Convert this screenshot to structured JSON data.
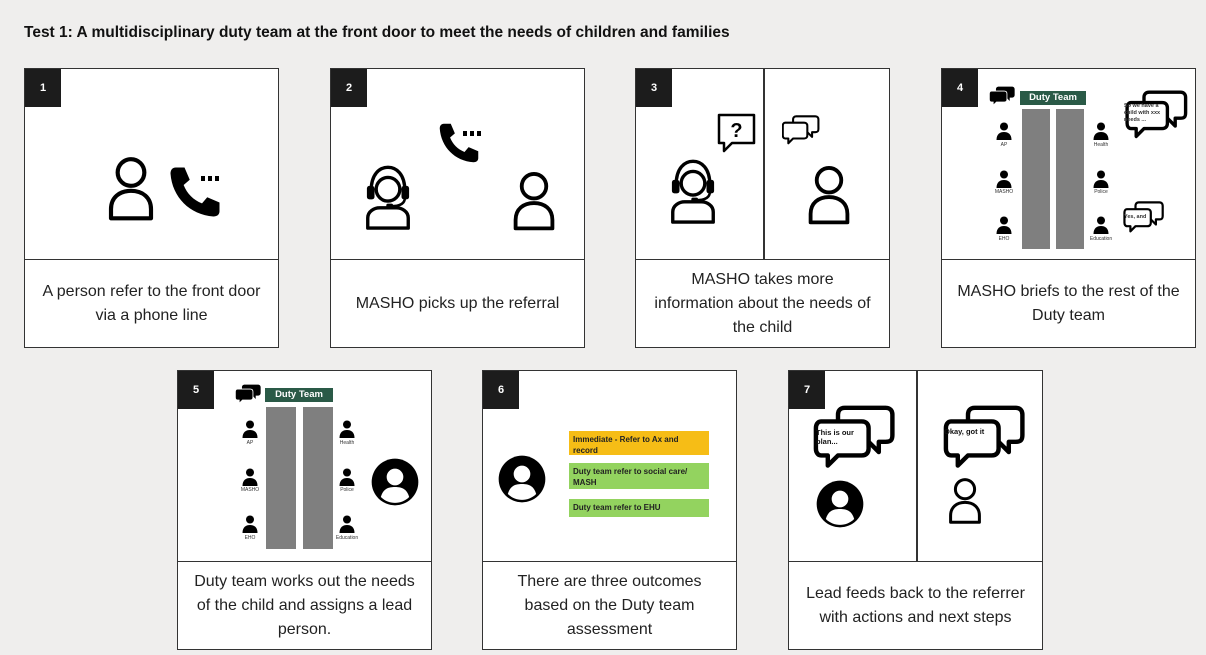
{
  "title": "Test 1: A multidisciplinary duty team at the front door to meet the needs of children and families",
  "steps": [
    {
      "number": "1",
      "caption": "A person refer to the front door via a phone line"
    },
    {
      "number": "2",
      "caption": "MASHO picks up the referral"
    },
    {
      "number": "3",
      "caption": "MASHO takes more information about the needs of the child"
    },
    {
      "number": "4",
      "caption": "MASHO briefs to the rest of the Duty team"
    },
    {
      "number": "5",
      "caption": "Duty team works out the needs of the child and assigns a lead person."
    },
    {
      "number": "6",
      "caption": "There are three outcomes based on the Duty team assessment"
    },
    {
      "number": "7",
      "caption": "Lead feeds back to the referrer with actions and next steps"
    }
  ],
  "duty_team": {
    "label": "Duty Team",
    "left_roles": [
      "AP",
      "MASHO",
      "EHO"
    ],
    "right_roles": [
      "Health",
      "Police",
      "Education"
    ]
  },
  "step3_question": "?",
  "step4_bubbles": {
    "first": "So we have a child with xxx needs ...",
    "second": "Yes, and"
  },
  "outcomes": [
    {
      "text": "Immediate - Refer to Ax and record",
      "color": "#f6bd16"
    },
    {
      "text": "Duty team refer to social care/ MASH",
      "color": "#93d35f"
    },
    {
      "text": "Duty team refer to EHU",
      "color": "#93d35f"
    }
  ],
  "step7_bubbles": {
    "lead": "This is our plan...",
    "referrer": "Okay, got it"
  },
  "icons": [
    "person-icon",
    "phone-icon",
    "headset-person-icon",
    "question-bubble-icon",
    "chat-bubbles-icon",
    "avatar-circle-icon"
  ]
}
